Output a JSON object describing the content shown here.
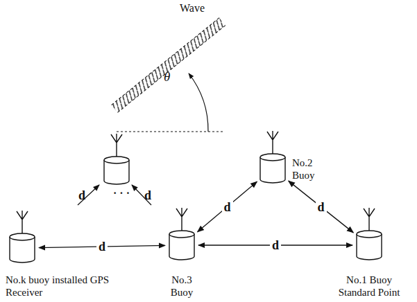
{
  "diagram": {
    "nodes": [
      {
        "text": [
          "No.2 Buoy"
        ]
      },
      {
        "text": [
          "No.k buoy installed GPS Receiver"
        ]
      },
      {
        "text": [
          "No.3 Buoy"
        ]
      },
      {
        "text": [
          "No.1 Buoy Standard Point"
        ]
      }
    ],
    "edges": [
      {
        "from": 0,
        "to": 2,
        "label": "d",
        "arrow": "both"
      },
      {
        "from": 0,
        "to": 3,
        "label": "d",
        "arrow": "both"
      },
      {
        "from": 1,
        "to": 2,
        "label": "d",
        "arrow": "both"
      },
      {
        "from": 2,
        "to": 3,
        "label": "d",
        "arrow": "both"
      }
    ],
    "labels": [
      "Wave",
      "θ",
      "d",
      "· · ·",
      "d"
    ]
  }
}
